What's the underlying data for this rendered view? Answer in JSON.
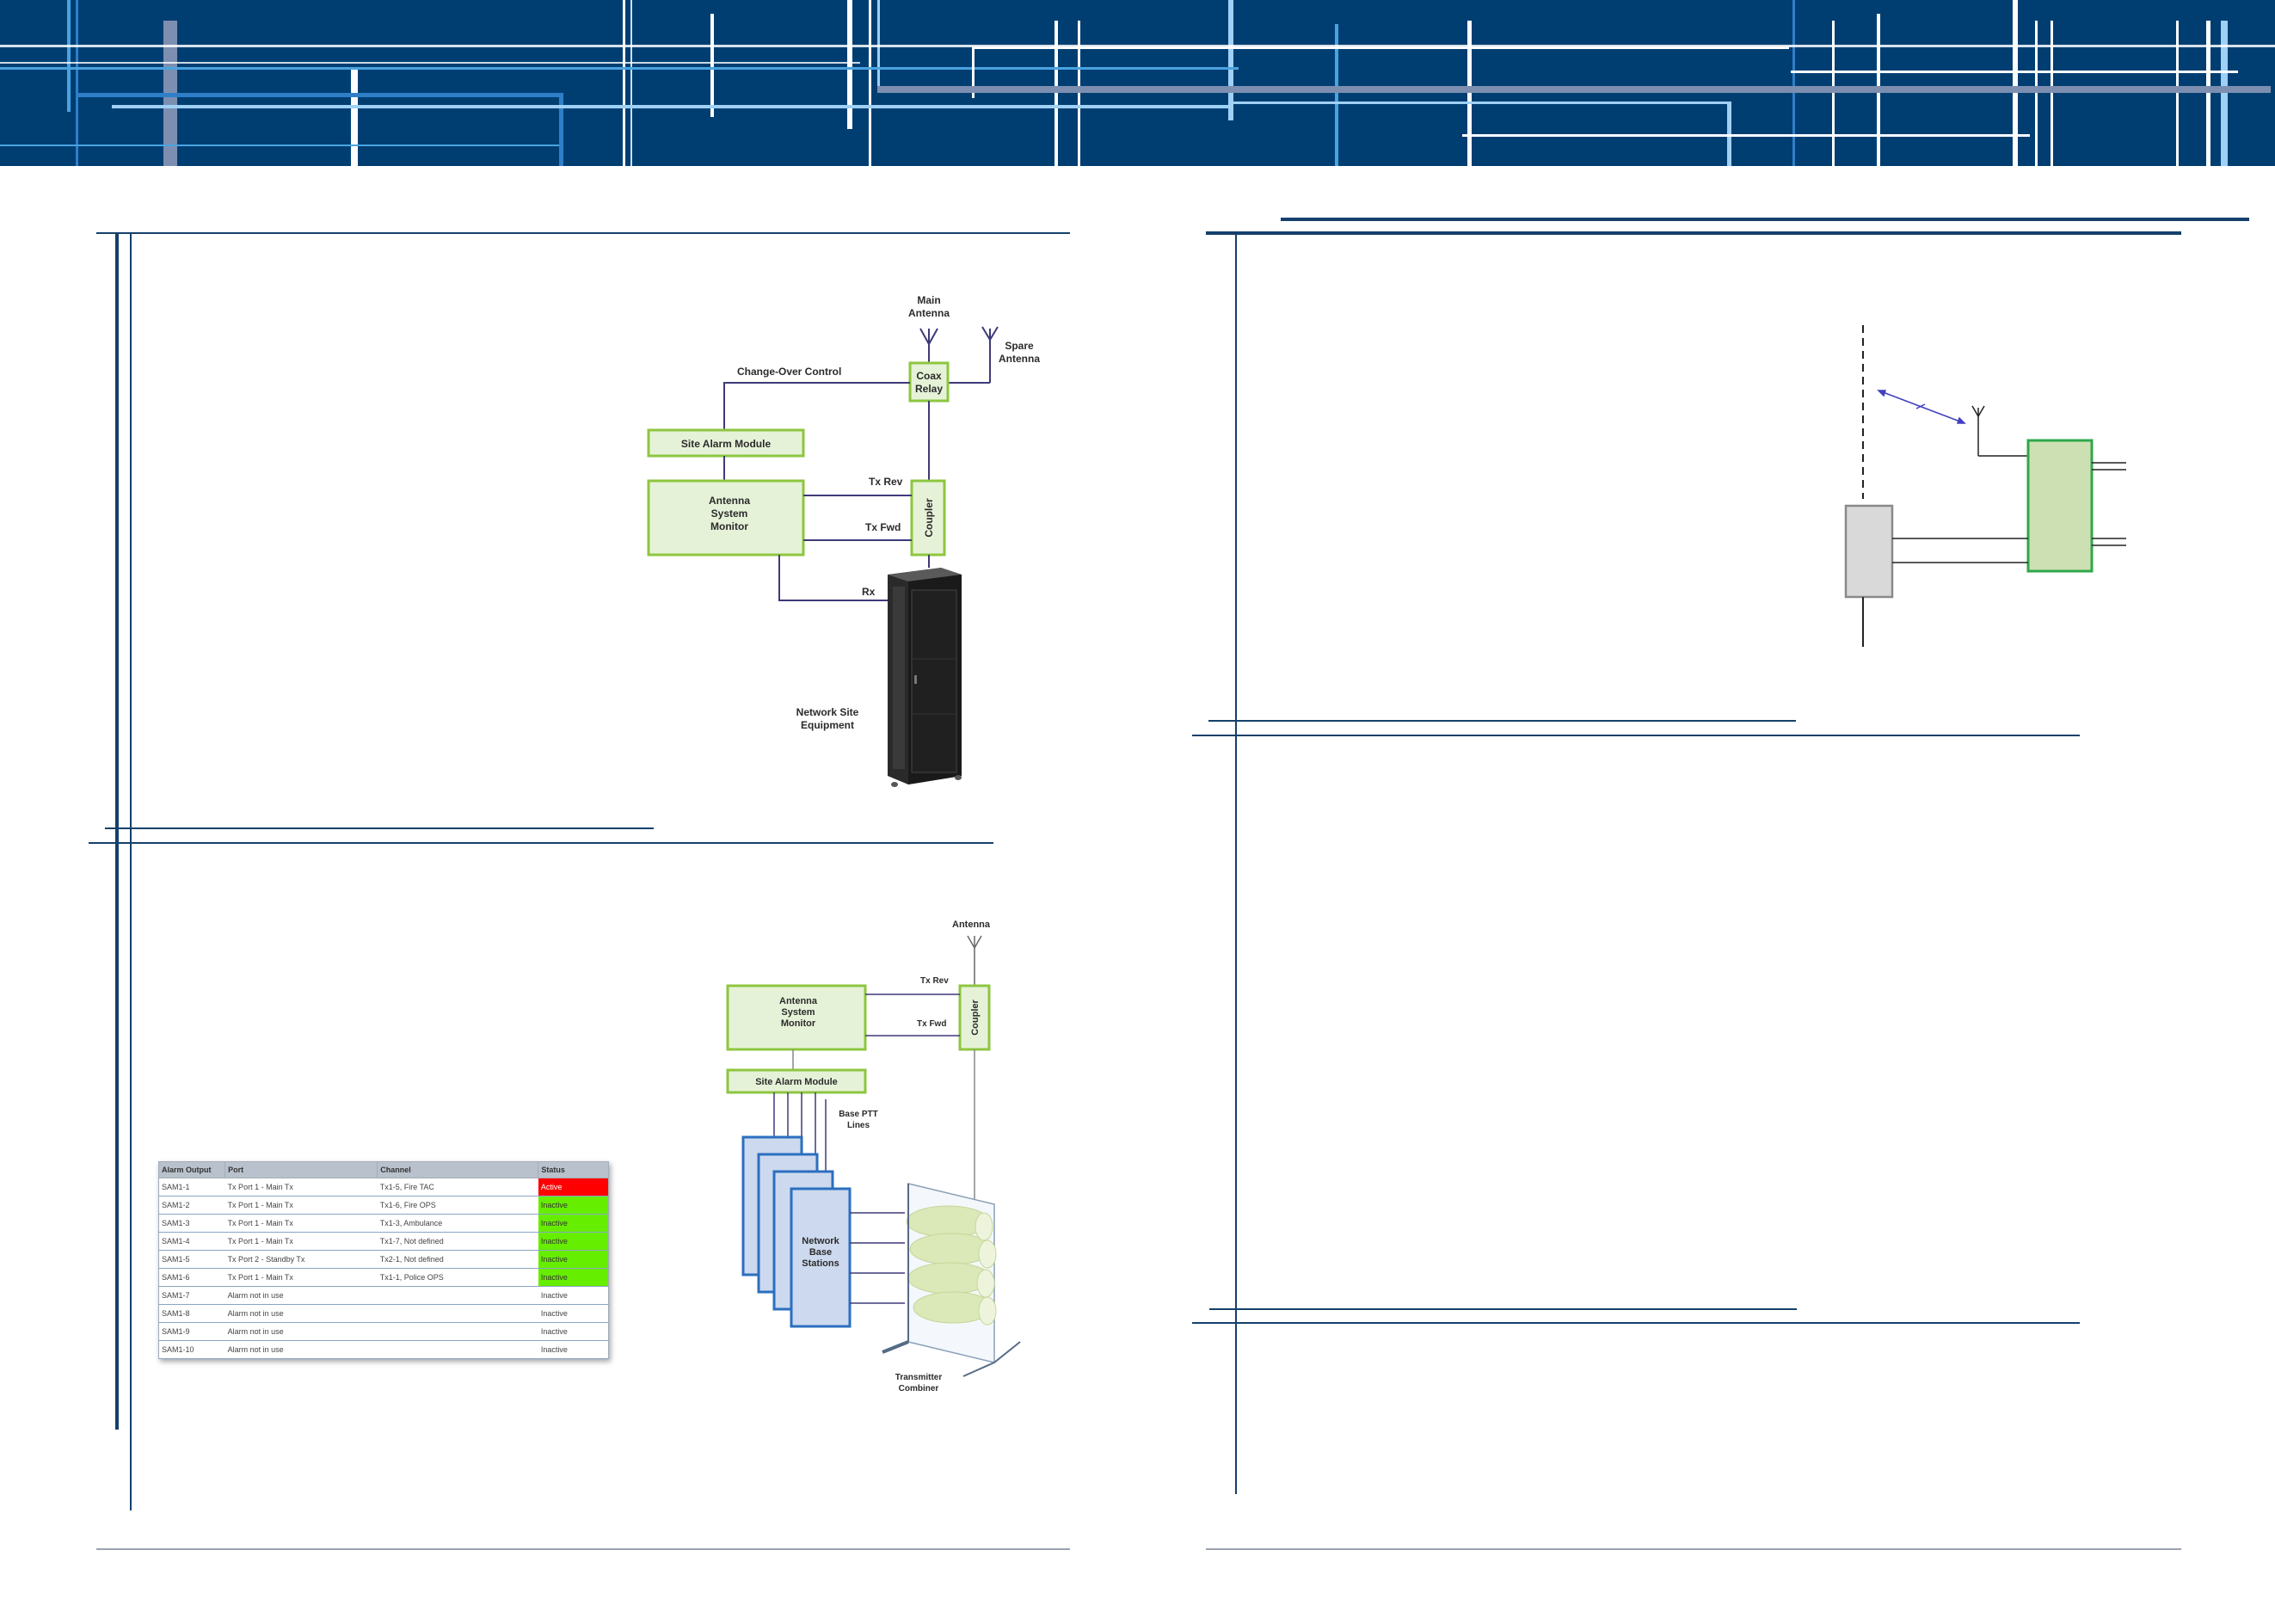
{
  "diagram_top_left": {
    "main_antenna": [
      "Main",
      "Antenna"
    ],
    "spare_antenna": [
      "Spare",
      "Antenna"
    ],
    "change_over_control": "Change-Over Control",
    "coax_relay": [
      "Coax",
      "Relay"
    ],
    "site_alarm_module": "Site Alarm Module",
    "antenna_system_monitor": [
      "Antenna",
      "System",
      "Monitor"
    ],
    "tx_rev": "Tx Rev",
    "tx_fwd": "Tx Fwd",
    "coupler": "Coupler",
    "rx": "Rx",
    "network_site_equipment": [
      "Network Site",
      "Equipment"
    ]
  },
  "diagram_bottom": {
    "antenna": "Antenna",
    "antenna_system_monitor": [
      "Antenna",
      "System",
      "Monitor"
    ],
    "tx_rev": "Tx Rev",
    "tx_fwd": "Tx Fwd",
    "coupler": "Coupler",
    "site_alarm_module": "Site Alarm Module",
    "base_ptt_lines": [
      "Base PTT",
      "Lines"
    ],
    "network_base_stations": [
      "Network",
      "Base",
      "Stations"
    ],
    "transmitter_combiner": [
      "Transmitter",
      "Combiner"
    ]
  },
  "alarm_table": {
    "headers": [
      "Alarm Output",
      "Port",
      "Channel",
      "Status"
    ],
    "rows": [
      {
        "output": "SAM1-1",
        "port": "Tx Port 1 - Main Tx",
        "channel": "Tx1-5, Fire TAC",
        "status": "Active",
        "status_color": "red"
      },
      {
        "output": "SAM1-2",
        "port": "Tx Port 1 - Main Tx",
        "channel": "Tx1-6, Fire OPS",
        "status": "Inactive",
        "status_color": "green"
      },
      {
        "output": "SAM1-3",
        "port": "Tx Port 1 - Main Tx",
        "channel": "Tx1-3, Ambulance",
        "status": "Inactive",
        "status_color": "green"
      },
      {
        "output": "SAM1-4",
        "port": "Tx Port 1 - Main Tx",
        "channel": "Tx1-7, Not defined",
        "status": "Inactive",
        "status_color": "green"
      },
      {
        "output": "SAM1-5",
        "port": "Tx Port 2 - Standby Tx",
        "channel": "Tx2-1, Not defined",
        "status": "Inactive",
        "status_color": "green"
      },
      {
        "output": "SAM1-6",
        "port": "Tx Port 1 - Main Tx",
        "channel": "Tx1-1, Police OPS",
        "status": "Inactive",
        "status_color": "green"
      },
      {
        "output": "SAM1-7",
        "port": "Alarm not in use",
        "channel": "",
        "status": "Inactive",
        "status_color": "none"
      },
      {
        "output": "SAM1-8",
        "port": "Alarm not in use",
        "channel": "",
        "status": "Inactive",
        "status_color": "none"
      },
      {
        "output": "SAM1-9",
        "port": "Alarm not in use",
        "channel": "",
        "status": "Inactive",
        "status_color": "none"
      },
      {
        "output": "SAM1-10",
        "port": "Alarm not in use",
        "channel": "",
        "status": "Inactive",
        "status_color": "none"
      }
    ]
  },
  "colors": {
    "banner_bg": "#003e72",
    "rule": "#14406b",
    "box_fill": "#e6f2d8",
    "box_stroke": "#8dc63f",
    "base_station_fill": "#ccd9ee",
    "base_station_stroke": "#2b6fc0",
    "status_active": "#ff0000",
    "status_inactive": "#66ee00"
  }
}
